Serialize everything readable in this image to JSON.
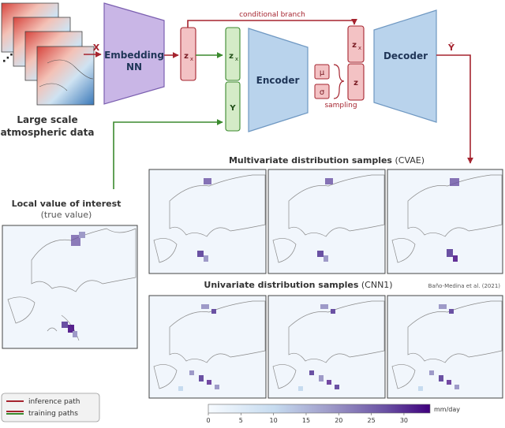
{
  "colors": {
    "inference": "#a5242f",
    "training": "#3b8a2e",
    "embed_fill": "#c9b6e6",
    "embed_stroke": "#7b5fb0",
    "enc_fill": "#b9d3ec",
    "enc_stroke": "#6f98c2",
    "red_fill": "#f3c2c4",
    "green_fill": "#d4ebc7"
  },
  "labels": {
    "x": "X",
    "embedding_line1": "Embedding",
    "embedding_line2": "NN",
    "zx": "z",
    "zx_sub": "x",
    "y": "Y",
    "encoder": "Encoder",
    "decoder": "Decoder",
    "mu": "μ",
    "sigma": "σ",
    "z": "z",
    "sampling": "sampling",
    "conditional_branch": "conditional branch",
    "yhat": "Ŷ",
    "large_scale_line1": "Large scale",
    "large_scale_line2": "atmospheric data",
    "local_value_title": "Local value of interest",
    "local_value_sub": "(true value)",
    "multivariate_title": "Multivariate distribution samples",
    "multivariate_model": " (CVAE)",
    "univariate_title": "Univariate distribution samples",
    "univariate_model": " (CNN1)",
    "citation": "Baño-Medina et al. (2021)"
  },
  "legend": {
    "inference": "inference path",
    "training": "training paths"
  },
  "colorbar": {
    "ticks": [
      "0",
      "5",
      "10",
      "15",
      "20",
      "25",
      "30"
    ],
    "unit": "mm/day",
    "tick_values": [
      0,
      5,
      10,
      15,
      20,
      25,
      30
    ],
    "max": 34
  }
}
